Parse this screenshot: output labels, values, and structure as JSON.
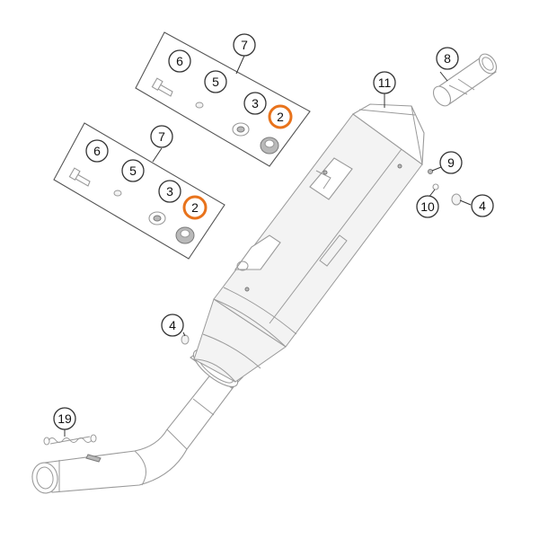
{
  "colors": {
    "highlight": "#e8731c",
    "outline": "#9a9a9a",
    "callout_stroke": "#333333"
  },
  "callouts": {
    "kit_top_7": "7",
    "kit_top_6": "6",
    "kit_top_5": "5",
    "kit_top_3": "3",
    "kit_top_2": "2",
    "kit_bottom_7": "7",
    "kit_bottom_6": "6",
    "kit_bottom_5": "5",
    "kit_bottom_3": "3",
    "kit_bottom_2": "2",
    "muffler_11": "11",
    "end_cap_8": "8",
    "screw_9": "9",
    "washer_10": "10",
    "grommet_4_right": "4",
    "grommet_4_left": "4",
    "spring_19": "19"
  },
  "highlighted_parts": [
    "kit_top_2",
    "kit_bottom_2"
  ]
}
